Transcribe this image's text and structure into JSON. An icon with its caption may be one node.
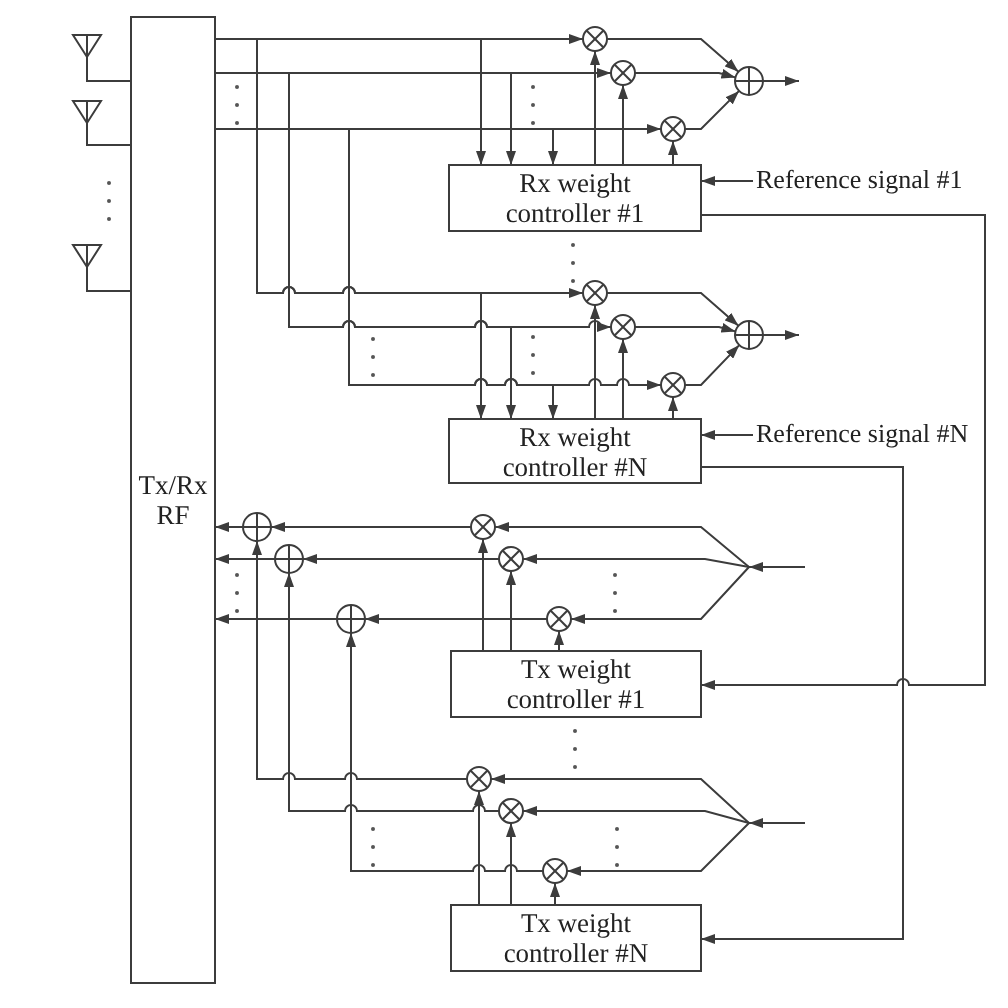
{
  "diagram": {
    "nodes": [
      {
        "text": [
          "Tx/Rx RF"
        ]
      },
      {
        "text": [],
        "shape": "antenna"
      },
      {
        "text": [],
        "shape": "antenna"
      },
      {
        "text": [],
        "shape": "antenna"
      },
      {
        "text": [],
        "shape": "multiplier"
      },
      {
        "text": [],
        "shape": "multiplier"
      },
      {
        "text": [],
        "shape": "multiplier"
      },
      {
        "text": [],
        "shape": "adder"
      },
      {
        "text": [
          "Rx weight controller #1"
        ]
      },
      {
        "text": [
          "Reference signal #1"
        ]
      },
      {
        "text": [],
        "shape": "multiplier"
      },
      {
        "text": [],
        "shape": "multiplier"
      },
      {
        "text": [],
        "shape": "multiplier"
      },
      {
        "text": [],
        "shape": "adder"
      },
      {
        "text": [
          "Rx weight controller #N"
        ]
      },
      {
        "text": [
          "Reference signal #N"
        ]
      },
      {
        "text": [],
        "shape": "adder"
      },
      {
        "text": [],
        "shape": "adder"
      },
      {
        "text": [],
        "shape": "adder"
      },
      {
        "text": [],
        "shape": "multiplier"
      },
      {
        "text": [],
        "shape": "multiplier"
      },
      {
        "text": [],
        "shape": "multiplier"
      },
      {
        "text": [
          "Tx weight controller #1"
        ]
      },
      {
        "text": [],
        "shape": "multiplier"
      },
      {
        "text": [],
        "shape": "multiplier"
      },
      {
        "text": [],
        "shape": "multiplier"
      },
      {
        "text": [
          "Tx weight controller #N"
        ]
      }
    ],
    "edges": [
      {
        "from": 1,
        "to": 0,
        "arrow": "none"
      },
      {
        "from": 2,
        "to": 0,
        "arrow": "none"
      },
      {
        "from": 3,
        "to": 0,
        "arrow": "none"
      },
      {
        "from": 0,
        "to": 4,
        "arrow": "to"
      },
      {
        "from": 0,
        "to": 5,
        "arrow": "to"
      },
      {
        "from": 0,
        "to": 6,
        "arrow": "to"
      },
      {
        "from": 0,
        "to": 8,
        "arrow": "to"
      },
      {
        "from": 0,
        "to": 8,
        "arrow": "to"
      },
      {
        "from": 0,
        "to": 8,
        "arrow": "to"
      },
      {
        "from": 8,
        "to": 4,
        "arrow": "to"
      },
      {
        "from": 8,
        "to": 5,
        "arrow": "to"
      },
      {
        "from": 8,
        "to": 6,
        "arrow": "to"
      },
      {
        "from": 4,
        "to": 7,
        "arrow": "to"
      },
      {
        "from": 5,
        "to": 7,
        "arrow": "to"
      },
      {
        "from": 6,
        "to": 7,
        "arrow": "to"
      },
      {
        "from": 7,
        "to": null,
        "arrow": "to"
      },
      {
        "from": 9,
        "to": 8,
        "arrow": "to"
      },
      {
        "from": 0,
        "to": 10,
        "arrow": "to"
      },
      {
        "from": 0,
        "to": 11,
        "arrow": "to"
      },
      {
        "from": 0,
        "to": 12,
        "arrow": "to"
      },
      {
        "from": 0,
        "to": 14,
        "arrow": "to"
      },
      {
        "from": 0,
        "to": 14,
        "arrow": "to"
      },
      {
        "from": 0,
        "to": 14,
        "arrow": "to"
      },
      {
        "from": 14,
        "to": 10,
        "arrow": "to"
      },
      {
        "from": 14,
        "to": 11,
        "arrow": "to"
      },
      {
        "from": 14,
        "to": 12,
        "arrow": "to"
      },
      {
        "from": 10,
        "to": 13,
        "arrow": "to"
      },
      {
        "from": 11,
        "to": 13,
        "arrow": "to"
      },
      {
        "from": 12,
        "to": 13,
        "arrow": "to"
      },
      {
        "from": 13,
        "to": null,
        "arrow": "to"
      },
      {
        "from": 15,
        "to": 14,
        "arrow": "to"
      },
      {
        "from": 8,
        "to": 22,
        "arrow": "to"
      },
      {
        "from": 14,
        "to": 26,
        "arrow": "to"
      },
      {
        "from": 19,
        "to": 16,
        "arrow": "to"
      },
      {
        "from": 20,
        "to": 17,
        "arrow": "to"
      },
      {
        "from": 21,
        "to": 18,
        "arrow": "to"
      },
      {
        "from": 16,
        "to": 0,
        "arrow": "to"
      },
      {
        "from": 17,
        "to": 0,
        "arrow": "to"
      },
      {
        "from": 18,
        "to": 0,
        "arrow": "to"
      },
      {
        "from": 22,
        "to": 19,
        "arrow": "to"
      },
      {
        "from": 22,
        "to": 20,
        "arrow": "to"
      },
      {
        "from": 22,
        "to": 21,
        "arrow": "to"
      },
      {
        "from": null,
        "to": 19,
        "arrow": "to"
      },
      {
        "from": null,
        "to": 20,
        "arrow": "to"
      },
      {
        "from": null,
        "to": 21,
        "arrow": "to"
      },
      {
        "from": 23,
        "to": 16,
        "arrow": "to"
      },
      {
        "from": 24,
        "to": 17,
        "arrow": "to"
      },
      {
        "from": 25,
        "to": 18,
        "arrow": "to"
      },
      {
        "from": 26,
        "to": 23,
        "arrow": "to"
      },
      {
        "from": 26,
        "to": 24,
        "arrow": "to"
      },
      {
        "from": 26,
        "to": 25,
        "arrow": "to"
      },
      {
        "from": null,
        "to": 23,
        "arrow": "to"
      },
      {
        "from": null,
        "to": 24,
        "arrow": "to"
      },
      {
        "from": null,
        "to": 25,
        "arrow": "to"
      }
    ]
  }
}
